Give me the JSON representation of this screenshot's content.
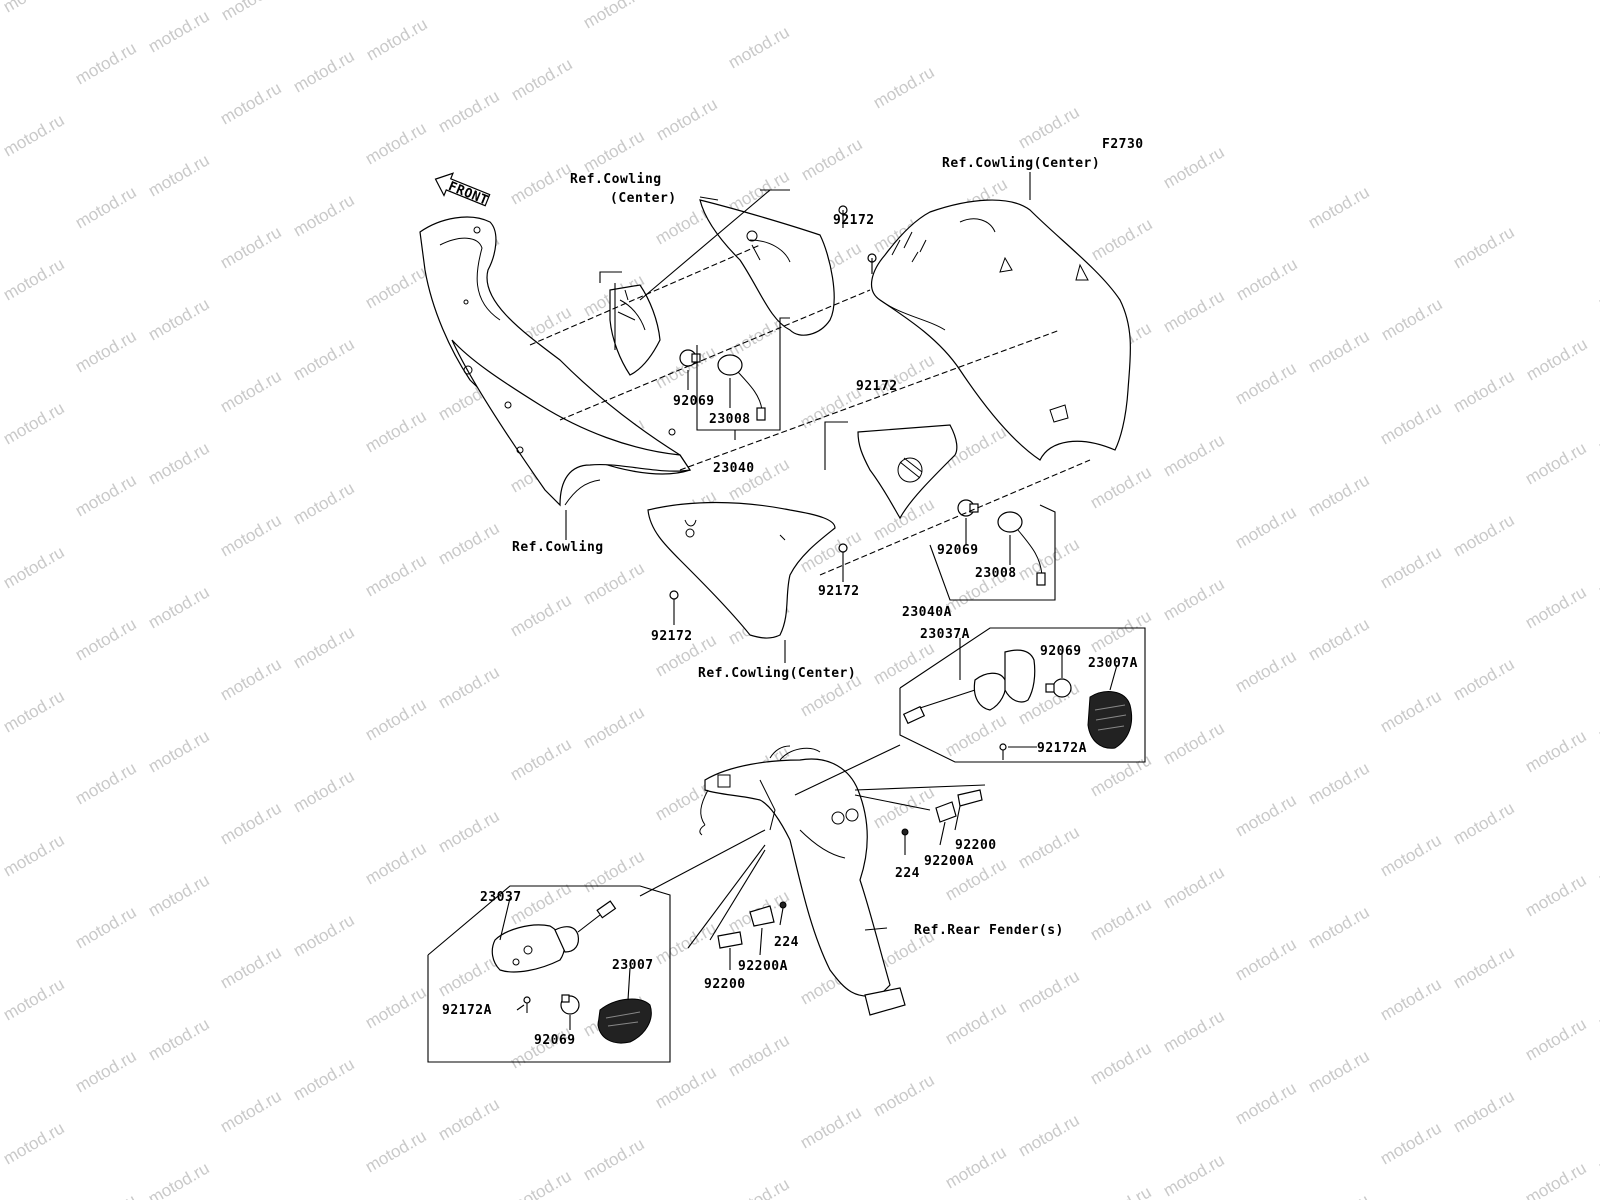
{
  "watermark": "motod.ru",
  "figure_code": "F2730",
  "front_arrow": "FRONT",
  "labels": {
    "ref_cowling_center_top": "Ref.Cowling",
    "ref_cowling_center_top_2": "(Center)",
    "ref_cowling_center_right": "Ref.Cowling(Center)",
    "ref_cowling": "Ref.Cowling",
    "ref_cowling_center_bottom": "Ref.Cowling(Center)",
    "ref_rear_fender": "Ref.Rear Fender(s)",
    "p92172_a": "92172",
    "p92172_b": "92172",
    "p92172_c": "92172",
    "p92172_d": "92172",
    "p92069_a": "92069",
    "p23008_a": "23008",
    "p23040": "23040",
    "p92069_b": "92069",
    "p23008_b": "23008",
    "p23040A": "23040A",
    "p23037A": "23037A",
    "p92069_c": "92069",
    "p23007A": "23007A",
    "p92172A_a": "92172A",
    "p224_a": "224",
    "p92200A_a": "92200A",
    "p92200_a": "92200",
    "p224_b": "224",
    "p92200A_b": "92200A",
    "p92200_b": "92200",
    "p23037": "23037",
    "p23007": "23007",
    "p92172A_b": "92172A",
    "p92069_d": "92069"
  }
}
